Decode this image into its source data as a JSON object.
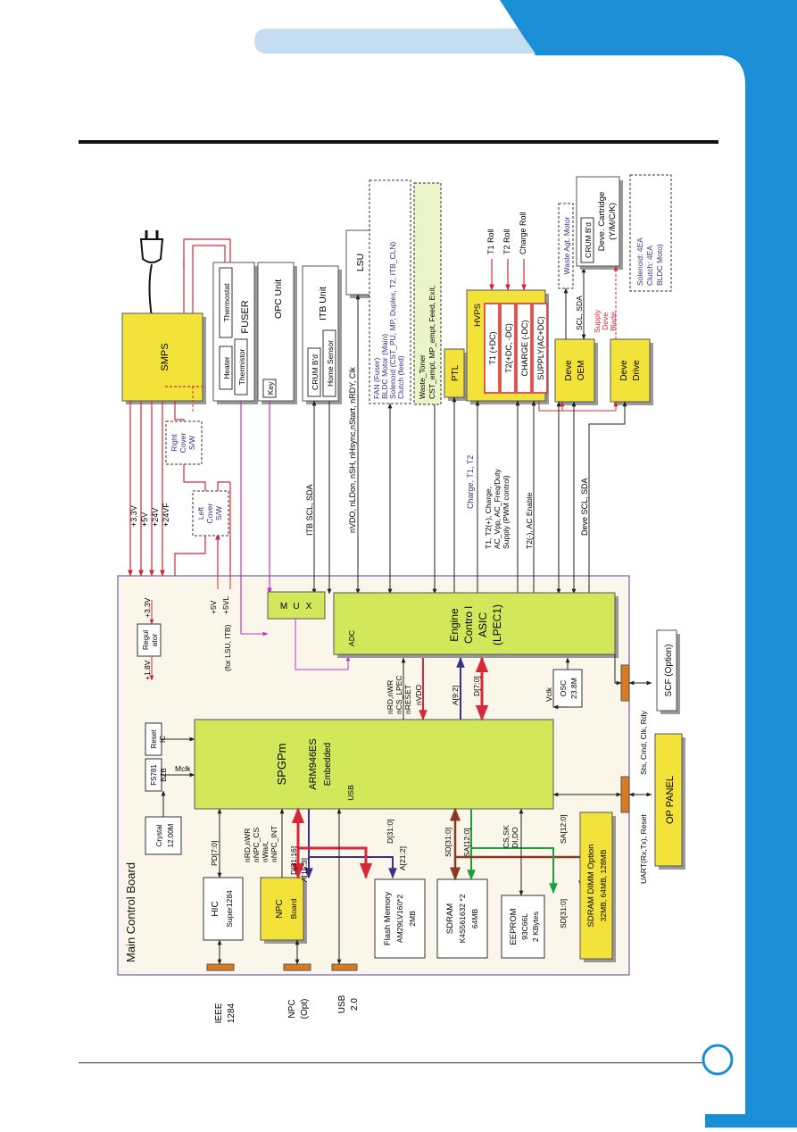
{
  "colors": {
    "band_blue": "#1a8fd6",
    "tab_light": "#c6dcf1",
    "block_yellow": "#f2e23a",
    "green_block": "#d2e85a",
    "board_bg": "#fbf6ea",
    "red": "#d6283a",
    "navy": "#3a2f8a",
    "magenta": "#c035c8",
    "green": "#18a23a",
    "brown": "#8a3a22",
    "connector": "#d97a1e"
  },
  "page_number": "",
  "power": {
    "smps": "SMPS",
    "rails": [
      "+3.3V",
      "+5V",
      "+24V",
      "+24VF"
    ],
    "right_cover": [
      "Right",
      "Cover",
      "S/W"
    ],
    "left_cover": [
      "Left",
      "Cover",
      "S/W"
    ]
  },
  "fuser": {
    "title": "FUSER",
    "heater": "Heater",
    "thermostat": "Thermostat",
    "thermistor": "Thermistor"
  },
  "opc": {
    "title": "OPC  Unit",
    "key": "Key"
  },
  "itb": {
    "title": "ITB  Unit",
    "crum": "CRUM B'd",
    "home": "Home  Sensor"
  },
  "lsu": {
    "title": "LSU"
  },
  "signals": {
    "itb_bus": "ITB  SCL,  SDA",
    "lsu_bus": "nVDO, nLDon, nSH, nHsync,nStart, nRDY, Clk",
    "fan_list": [
      "FAN  (Fuser)",
      "BLDC  Motor  (Main)",
      "Solenoid  (CST_PU,  MP,  Duplex,  T2,  ITB_CLN)",
      "Clutch  (feed)"
    ],
    "sensor_list": [
      "Waste_Toner",
      "CST_empt,  MP_empt,  Feed,  Exit,"
    ],
    "ptl": "PTL",
    "hvps_control": "Charge,  T1,  T2",
    "hvps_pwm": [
      "T1,  T2(+),  Charge,",
      "AC_Vpp,  AC_Freq/Duty",
      "Supply    (PWM  control)"
    ],
    "hvps_enable": "T2(-),  AC   Enable",
    "deve_bus": "Deve  SCL,  SDA",
    "deve_bus2": "SCL,  SDA",
    "rolls": [
      "T1  Roll",
      "T2  Roll",
      "Charge  Roll"
    ],
    "supply_blade": [
      "Supply",
      "Deve",
      "Blade"
    ],
    "main_power": [
      "+5V",
      "+5VL",
      "(for  LSU,  ITB)"
    ]
  },
  "hvps": {
    "title": "HVPS",
    "outputs": [
      "T1  (+DC)",
      "T2(+DC,  -DC)",
      "CHARGE  (-DC)",
      "SUPPLY(AC+DC)"
    ]
  },
  "deve": {
    "oem": [
      "Deve",
      "OEM"
    ],
    "drive": [
      "Deve",
      "Drive"
    ],
    "waste_motor": "Waste  Agt.  Motor",
    "cartridge": [
      "Deve.  Cartridge",
      "(Y/M/C/K)"
    ],
    "cart_crum": "CRUM  B'd",
    "deve_list": [
      "Solenoid:  4EA",
      "Clutch:  4EA",
      "BLDC  Moto)"
    ]
  },
  "board": {
    "title": "Main  Control  Board",
    "regulator": [
      "Regul",
      "ator"
    ],
    "reg_in": "+3.3V",
    "reg_out": "+1.8V",
    "mux": [
      "M",
      "U",
      "X"
    ],
    "adc": "ADC",
    "asic": [
      "Engine",
      "Contro l",
      "ASIC",
      "(LPEC1)"
    ],
    "reset_ic": [
      "Reset",
      "IC"
    ],
    "fs781": [
      "FS781",
      "BZB"
    ],
    "mclk": "Mclk",
    "crystal": [
      "Crystal",
      "12.00M"
    ],
    "spgpm": "SPGPm",
    "arm": "ARM946ES",
    "embedded": "Embedded",
    "usb_label": "USB",
    "osc": [
      "OSC",
      "23.8M"
    ],
    "vclk": "Vclk",
    "engine_ctrl": [
      "nRD,nWR",
      "nCS_LPEC",
      "nRESET"
    ],
    "nvdo": "nVDO",
    "addr": "A[9:2]",
    "data": "D[7:0]",
    "hic": [
      "HIC",
      "Super1284"
    ],
    "pd": "PD[7:0]",
    "npc_signals": [
      "nRD,nWR",
      "nNPC_CS",
      "nWait,",
      "nNPC_INT"
    ],
    "npc": [
      "NPC",
      "Board"
    ],
    "d_bus": "D[31:16]",
    "a_bus": "A[15:3]",
    "d_flash": "D[31:0]",
    "a_flash": "A[21:2]",
    "flash": [
      "Flash  Memory",
      "AM29LV160*2",
      "2MB"
    ],
    "sd": "SD[31:0]",
    "sa": "SA[12:0]",
    "sdram": [
      "SDRAM",
      "K4S561632  *2",
      "64MB"
    ],
    "cs_sk": [
      "CS,SK",
      "DI,DO"
    ],
    "eeprom": [
      "EEPROM",
      "93C66L",
      "2  KBytes"
    ],
    "sa2": "SA[12:0]",
    "sd2": "SD[31:0]",
    "dimm": [
      "SDRAM  DIMM  Option",
      "32MB,  64MB,  128MB"
    ]
  },
  "external": {
    "ieee": [
      "IEEE",
      "1284"
    ],
    "npc_opt": [
      "NPC",
      "(Opt)"
    ],
    "usb": [
      "USB",
      "2.0"
    ],
    "scf": "SCF  (Option)",
    "scf_signals": "Sts,  Cmd,  Clk,  Rdy",
    "op_panel": "OP  PANEL",
    "op_signals": "UART(Rx,Tx),  Reset"
  }
}
